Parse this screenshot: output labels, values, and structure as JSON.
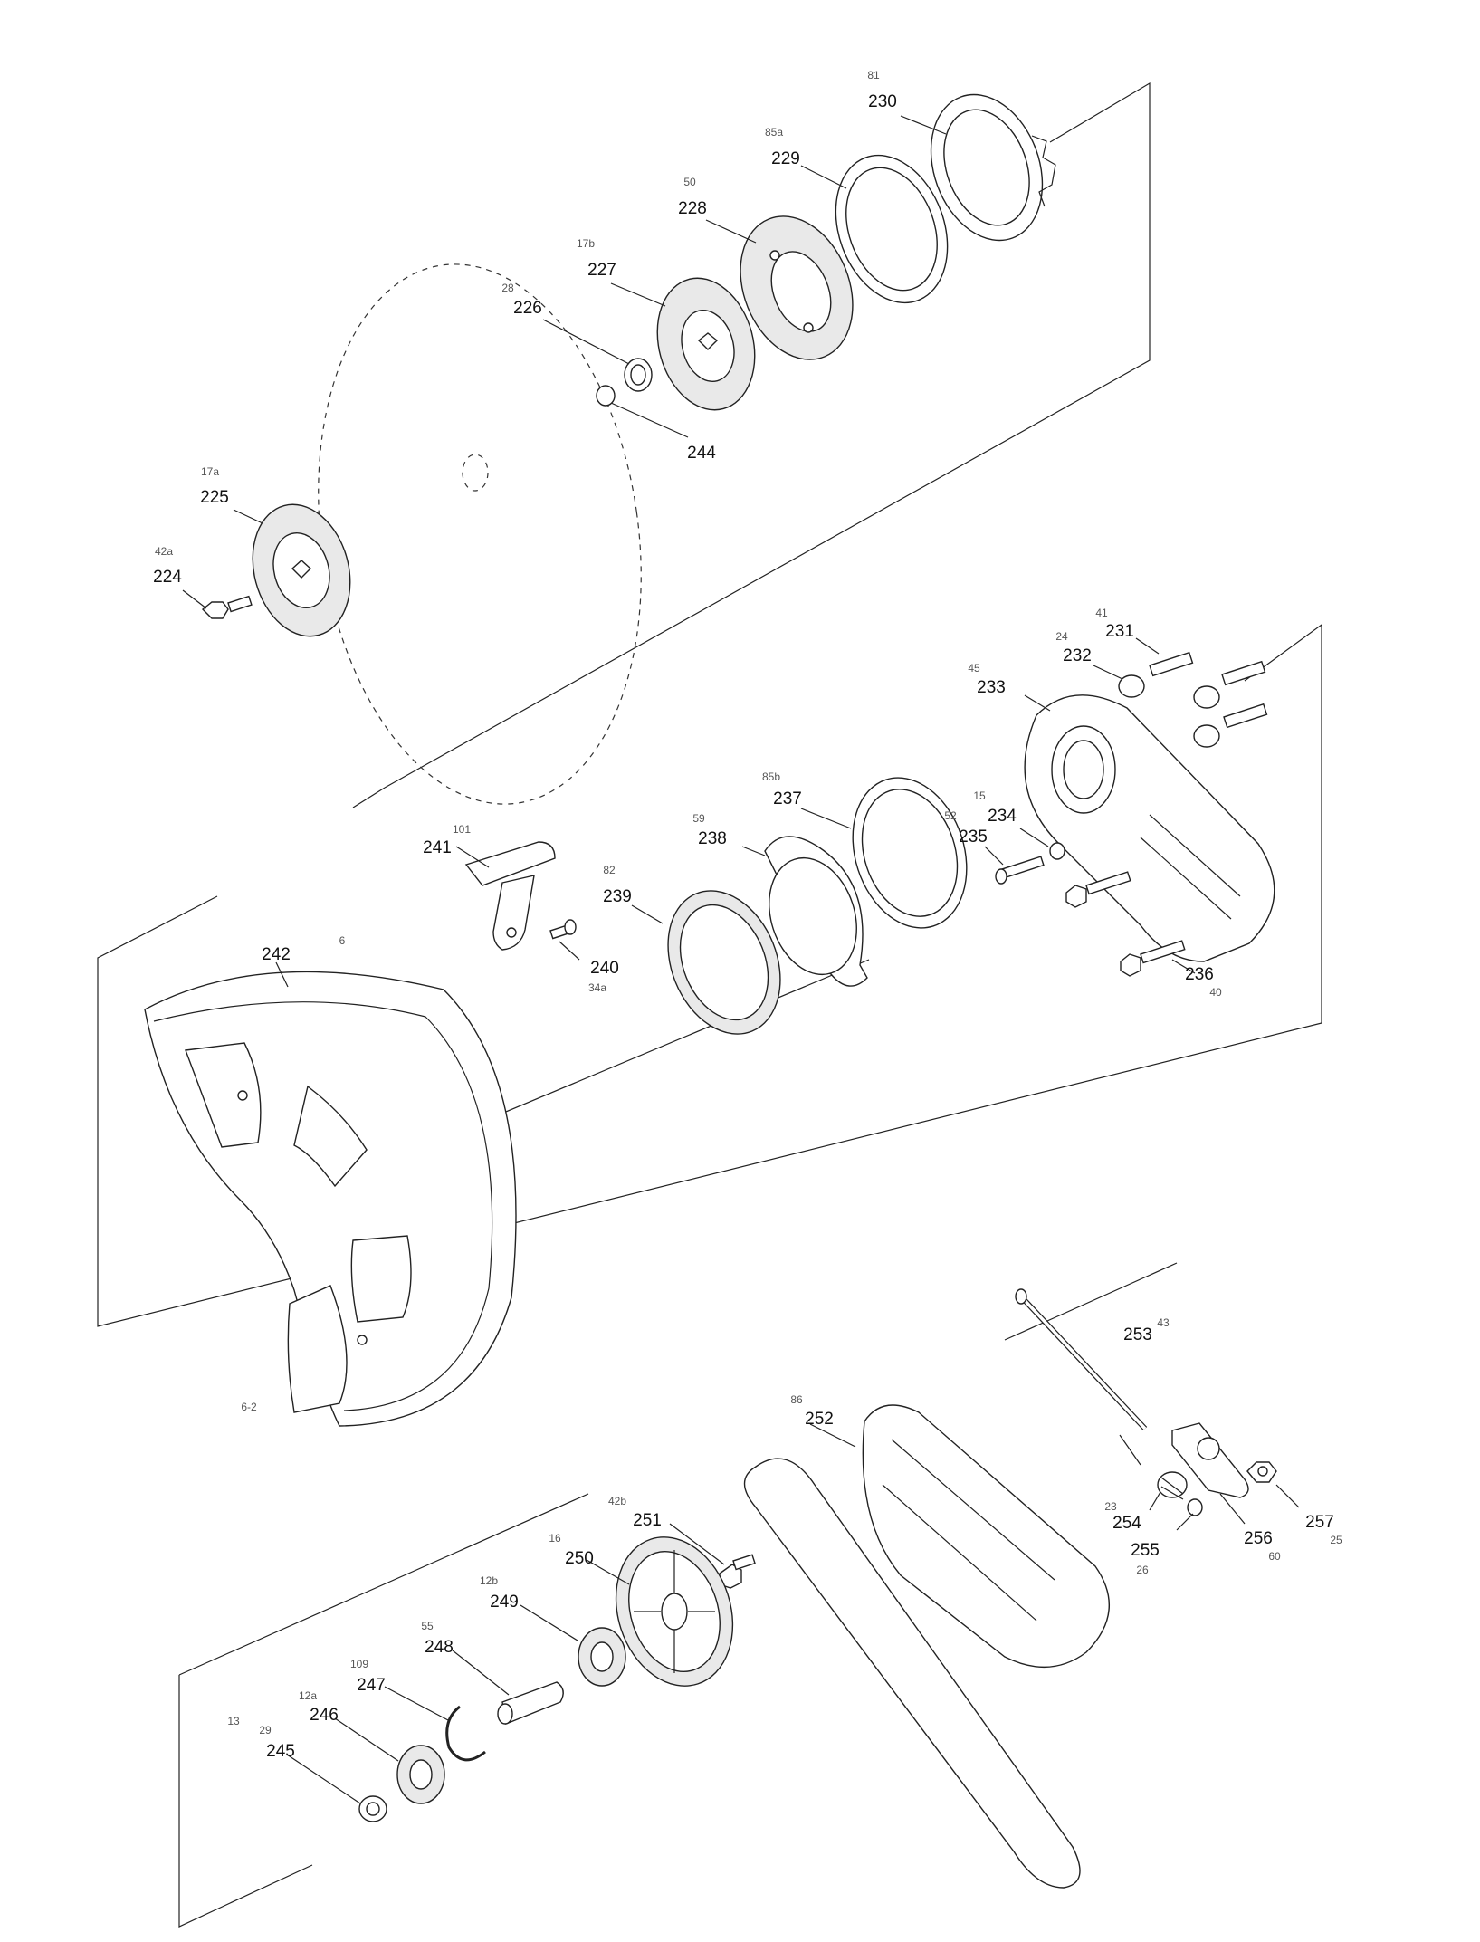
{
  "parts": {
    "p230": {
      "num": "230",
      "ref": "81"
    },
    "p229": {
      "num": "229",
      "ref": "85a"
    },
    "p228": {
      "num": "228",
      "ref": "50"
    },
    "p227": {
      "num": "227",
      "ref": "17b"
    },
    "p226": {
      "num": "226",
      "ref": "28"
    },
    "p244": {
      "num": "244"
    },
    "p225": {
      "num": "225",
      "ref": "17a"
    },
    "p224": {
      "num": "224",
      "ref": "42a"
    },
    "p231": {
      "num": "231",
      "ref": "41"
    },
    "p232": {
      "num": "232",
      "ref": "24"
    },
    "p233": {
      "num": "233",
      "ref": "45"
    },
    "p237": {
      "num": "237",
      "ref": "85b"
    },
    "p238": {
      "num": "238",
      "ref": "59"
    },
    "p234": {
      "num": "234",
      "ref": "15"
    },
    "p235": {
      "num": "235",
      "ref": "52"
    },
    "p241": {
      "num": "241",
      "ref": "101"
    },
    "p239": {
      "num": "239",
      "ref": "82"
    },
    "p240": {
      "num": "240",
      "ref": "34a"
    },
    "p242": {
      "num": "242",
      "ref": "6"
    },
    "p236": {
      "num": "236",
      "ref": "40"
    },
    "p253": {
      "num": "253",
      "ref": "43"
    },
    "p252": {
      "num": "252",
      "ref": "86"
    },
    "p254": {
      "num": "254",
      "ref": "23"
    },
    "p255": {
      "num": "255",
      "ref": "26"
    },
    "p256": {
      "num": "256",
      "ref": "60"
    },
    "p257": {
      "num": "257",
      "ref": "25"
    },
    "p251": {
      "num": "251",
      "ref": "42b"
    },
    "p250": {
      "num": "250",
      "ref": "16"
    },
    "p249": {
      "num": "249",
      "ref": "12b"
    },
    "p248": {
      "num": "248",
      "ref": "55"
    },
    "p247": {
      "num": "247",
      "ref": "109"
    },
    "p246": {
      "num": "246",
      "ref": "12a"
    },
    "p245": {
      "num": "245",
      "ref": "29"
    }
  },
  "notes": {
    "n62": "6-2",
    "n13": "13"
  }
}
